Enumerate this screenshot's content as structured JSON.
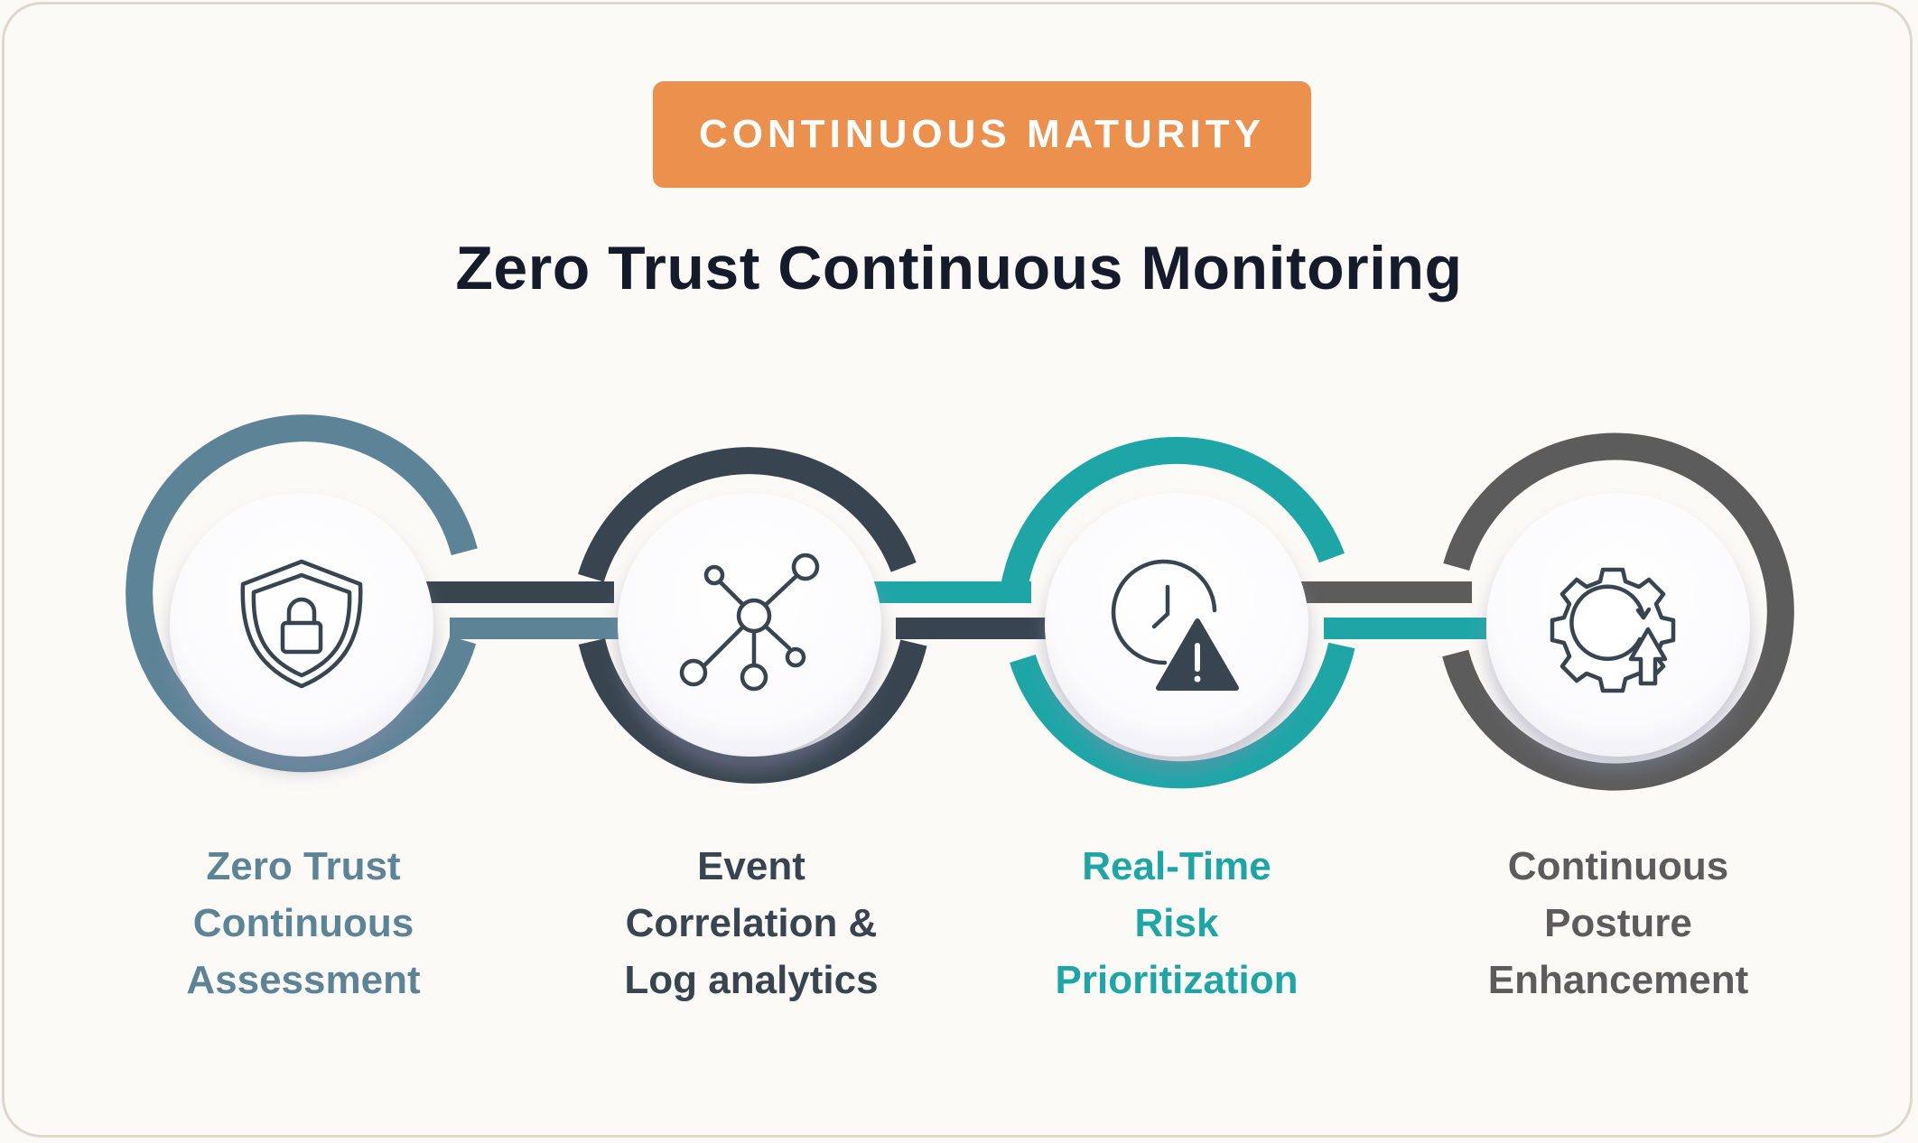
{
  "badge": {
    "label": "CONTINUOUS MATURITY"
  },
  "title": "Zero Trust Continuous Monitoring",
  "colors": {
    "badge": "#ec904d",
    "title": "#161b2c",
    "step1": "#5c8496",
    "step2": "#38444f",
    "step3": "#1ea6a7",
    "step4": "#5c5c5c"
  },
  "steps": [
    {
      "icon": "shield-lock-icon",
      "lines": [
        "Zero Trust",
        "Continuous",
        "Assessment"
      ]
    },
    {
      "icon": "network-nodes-icon",
      "lines": [
        "Event",
        "Correlation &",
        "Log analytics"
      ]
    },
    {
      "icon": "clock-warning-icon",
      "lines": [
        "Real-Time",
        "Risk",
        "Prioritization"
      ]
    },
    {
      "icon": "gear-refresh-arrow-icon",
      "lines": [
        "Continuous",
        "Posture",
        "Enhancement"
      ]
    }
  ]
}
